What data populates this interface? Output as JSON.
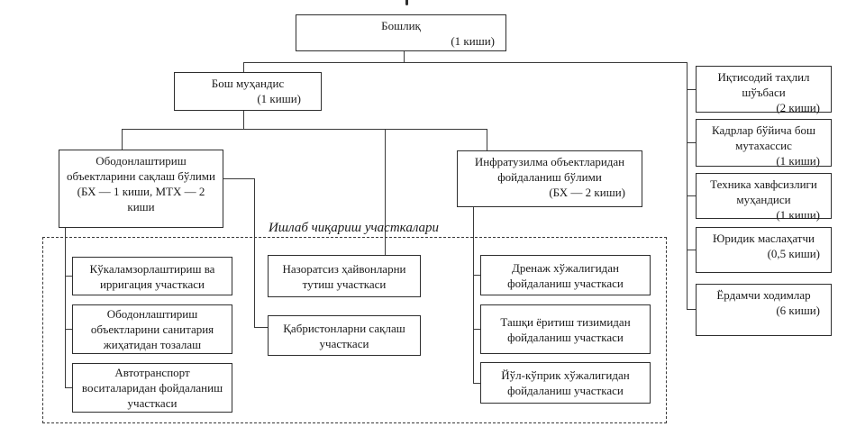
{
  "org": {
    "director": {
      "title": "Бошлиқ",
      "count": "(1 киши)"
    },
    "chief_engineer": {
      "title": "Бош муҳандис",
      "count": "(1 киши)"
    },
    "dept_landscaping": {
      "title": "Ободонлаштириш объектларини сақлаш бўлими",
      "count": "(БХ — 1 киши, МТХ — 2 киши"
    },
    "dept_infrastructure": {
      "title": "Инфратузилма объектларидан фойдаланиш бўлими",
      "count": "(БХ — 2 киши)"
    },
    "staff": [
      {
        "title": "Иқтисодий таҳлил шўъбаси",
        "count": "(2 киши)"
      },
      {
        "title": "Кадрлар бўйича бош мутахассис",
        "count": "(1 киши)"
      },
      {
        "title": "Техника хавфсизлиги муҳандиси",
        "count": "(1 киши)"
      },
      {
        "title": "Юридик маслаҳатчи",
        "count": "(0,5 киши)"
      },
      {
        "title": "Ёрдамчи ходимлар",
        "count": "(6 киши)"
      }
    ],
    "production": {
      "label": "Ишлаб чиқариш участкалари",
      "left": [
        {
          "title": "Кўкаламзорлаштириш ва ирригация участкаси"
        },
        {
          "title": "Ободонлаштириш объектларини санитария жиҳатидан тозалаш"
        },
        {
          "title": "Автотранспорт воситаларидан фойдаланиш участкаси"
        }
      ],
      "middle": [
        {
          "title": "Назоратсиз ҳайвонларни тутиш участкаси"
        },
        {
          "title": "Қабристонларни сақлаш участкаси"
        }
      ],
      "right": [
        {
          "title": "Дренаж хўжалигидан фойдаланиш участкаси"
        },
        {
          "title": "Ташқи ёритиш тизимидан фойдаланиш участкаси"
        },
        {
          "title": "Йўл-кўприк хўжалигидан фойдаланиш участкаси"
        }
      ]
    }
  },
  "colors": {
    "background": "#ffffff",
    "border": "#2e2e2e",
    "line": "#3a3a3a",
    "text": "#1a1a1a"
  }
}
